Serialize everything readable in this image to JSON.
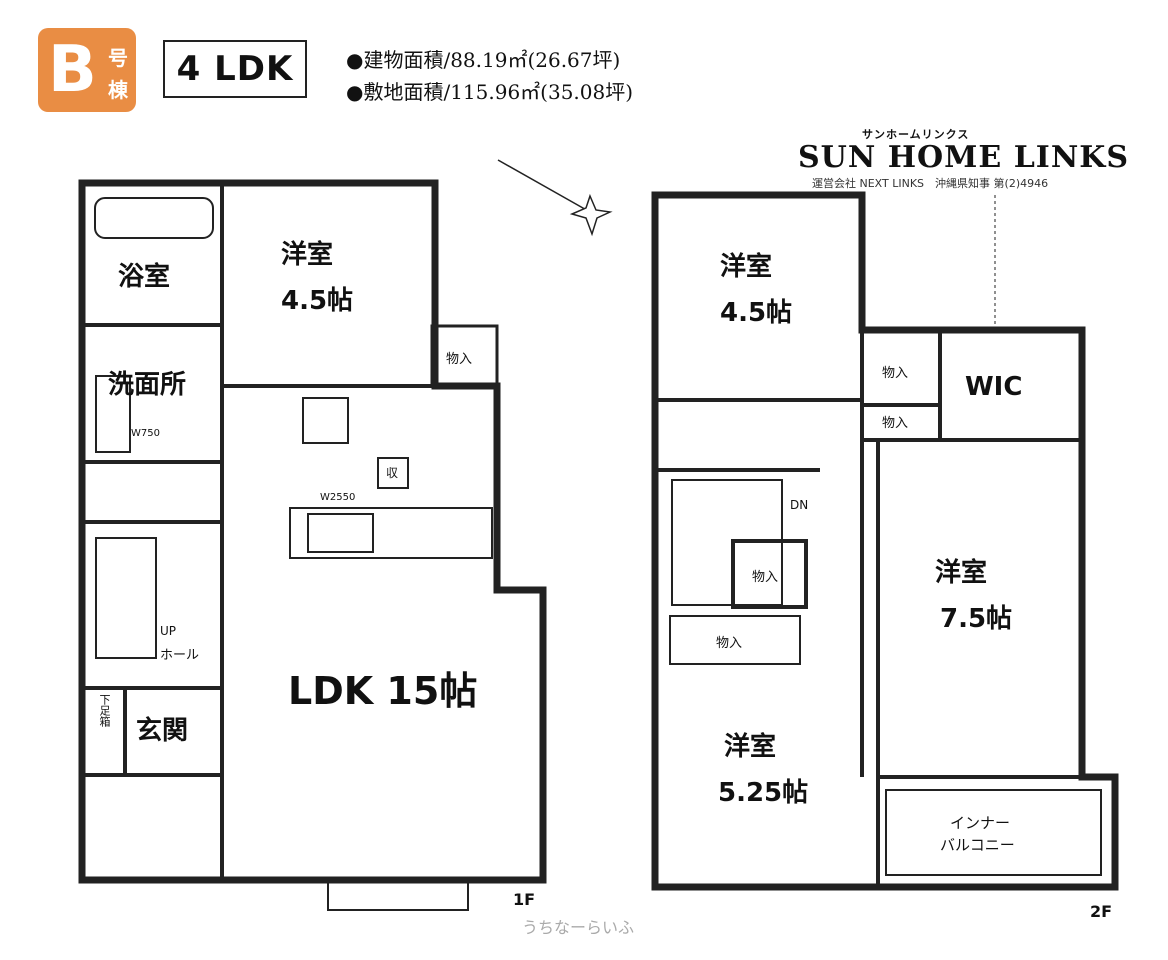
{
  "header": {
    "building_label": "B",
    "building_suffix_1": "号",
    "building_suffix_2": "棟",
    "layout_type": "4 LDK",
    "building_area": "●建物面積/88.19㎡(26.67坪)",
    "land_area": "●敷地面積/115.96㎡(35.08坪)"
  },
  "logo": {
    "kana": "サンホームリンクス",
    "name": "SUN HOME LINKS",
    "sub": "運営会社 NEXT LINKS　沖縄県知事 第(2)4946"
  },
  "floor1": {
    "label": "1F",
    "bath": "浴室",
    "western_name": "洋室",
    "western_size": "4.5帖",
    "storage": "物入",
    "washroom": "洗面所",
    "w750": "W750",
    "w2550": "W2550",
    "shu": "収",
    "up": "UP",
    "hall": "ホール",
    "shoe": "下足箱",
    "entrance": "玄関",
    "ldk": "LDK 15帖"
  },
  "floor2": {
    "label": "2F",
    "room_a_name": "洋室",
    "room_a_size": "4.5帖",
    "storage_1": "物入",
    "storage_2": "物入",
    "wic": "WIC",
    "dn": "DN",
    "storage_3": "物入",
    "storage_4": "物入",
    "room_b_name": "洋室",
    "room_b_size": "7.5帖",
    "room_c_name": "洋室",
    "room_c_size": "5.25帖",
    "balcony_1": "インナー",
    "balcony_2": "バルコニー"
  },
  "watermark": "うちなーらいふ",
  "colors": {
    "badge": "#e98d44",
    "wall": "#222222"
  }
}
